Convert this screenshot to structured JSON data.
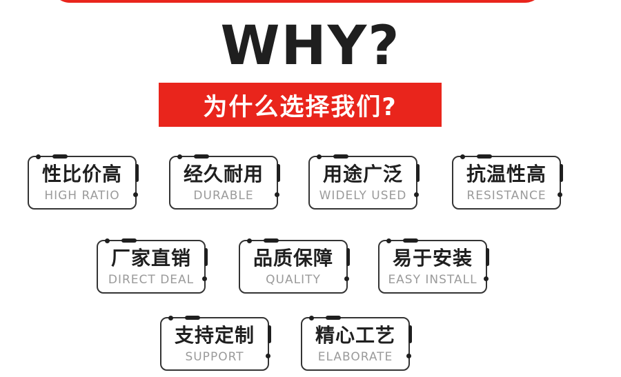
{
  "header": {
    "title": "WHY?",
    "subtitle": "为什么选择我们?"
  },
  "features": [
    {
      "cn": "性比价高",
      "en": "HIGH RATIO"
    },
    {
      "cn": "经久耐用",
      "en": "DURABLE"
    },
    {
      "cn": "用途广泛",
      "en": "WIDELY USED"
    },
    {
      "cn": "抗温性高",
      "en": "RESISTANCE"
    },
    {
      "cn": "厂家直销",
      "en": "DIRECT DEAL"
    },
    {
      "cn": "品质保障",
      "en": "QUALITY"
    },
    {
      "cn": "易于安装",
      "en": "EASY INSTALL"
    },
    {
      "cn": "支持定制",
      "en": "SUPPORT"
    },
    {
      "cn": "精心工艺",
      "en": "ELABORATE"
    }
  ],
  "colors": {
    "accent": "#e9251c",
    "text": "#1f1f1f",
    "muted": "#9a9a9a"
  }
}
